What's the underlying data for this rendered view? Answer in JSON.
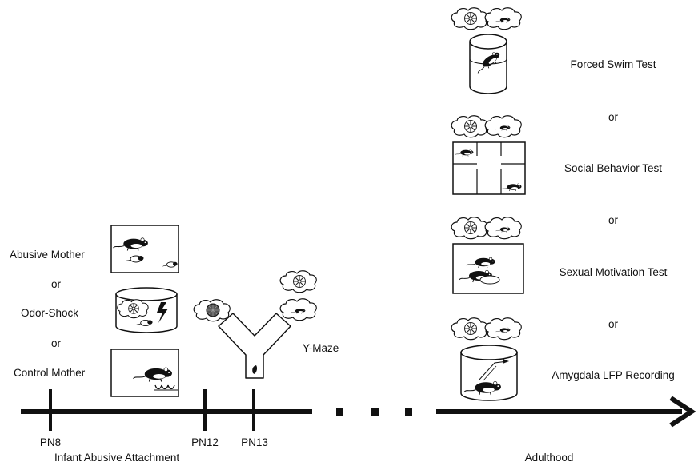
{
  "infancy": {
    "conditions": [
      {
        "label": "Abusive Mother",
        "icon": "rat-mother-with-pups-icon"
      },
      {
        "label": "Odor-Shock",
        "icon": "odor-shock-chamber-icon"
      },
      {
        "label": "Control Mother",
        "icon": "nursing-rat-mother-icon"
      }
    ],
    "or_label": "or",
    "ymaze_label": "Y-Maze"
  },
  "adulthood": {
    "tests": [
      {
        "label": "Forced Swim Test",
        "icon": "swim-cylinder-icon"
      },
      {
        "label": "Social Behavior Test",
        "icon": "three-chamber-box-icon"
      },
      {
        "label": "Sexual Motivation Test",
        "icon": "mating-rats-box-icon"
      },
      {
        "label": "Amygdala LFP Recording",
        "icon": "recording-chamber-icon"
      }
    ],
    "or_label": "or"
  },
  "timeline": {
    "ticks": [
      "PN8",
      "PN12",
      "PN13"
    ],
    "period_left": "Infant Abusive Attachment",
    "period_right": "Adulthood"
  },
  "colors": {
    "ink": "#111111",
    "odor_dark": "#555555"
  }
}
